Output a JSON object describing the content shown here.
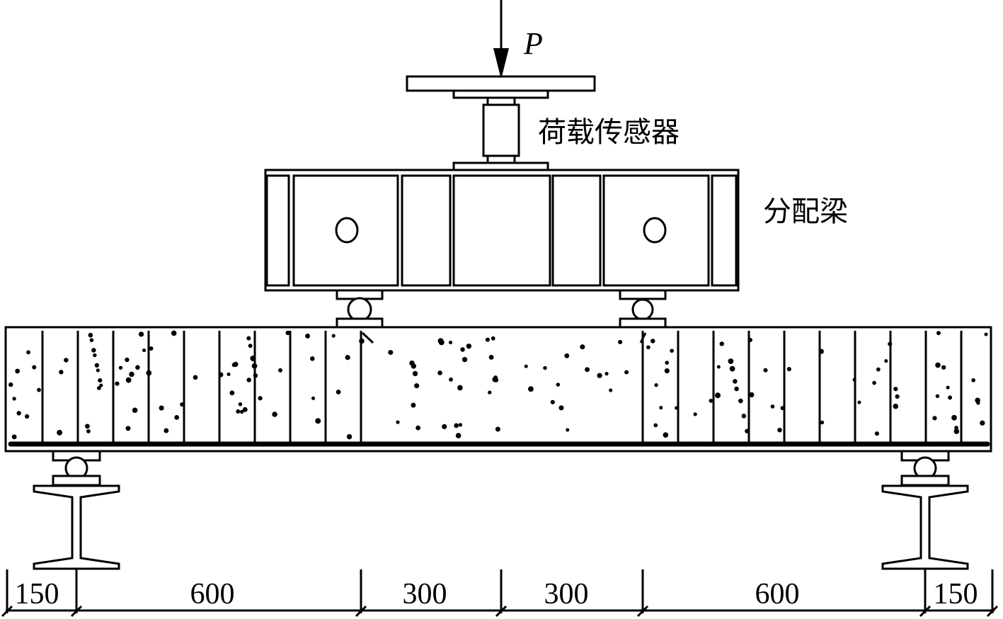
{
  "labels": {
    "load": "P",
    "load_sensor": "荷载传感器",
    "distribution_beam": "分配梁"
  },
  "dimensions": [
    "150",
    "600",
    "300",
    "300",
    "600",
    "150"
  ],
  "colors": {
    "line": "#000000",
    "background": "#ffffff"
  }
}
